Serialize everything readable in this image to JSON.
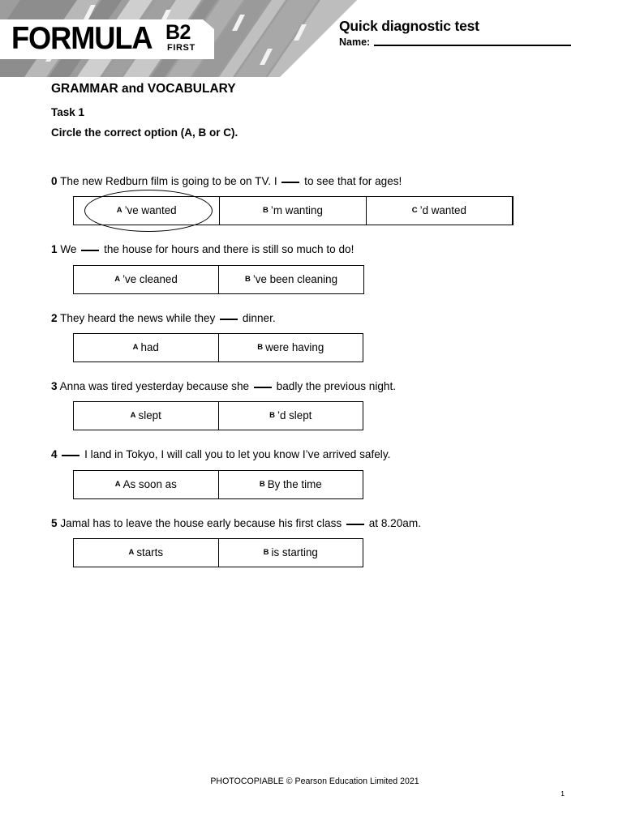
{
  "header": {
    "logo": {
      "brand": "FORMULA",
      "level": "B2",
      "level_sub": "FIRST"
    },
    "title": "Quick diagnostic test",
    "name_label": "Name:",
    "name_value": ""
  },
  "main": {
    "section_title": "GRAMMAR and VOCABULARY",
    "task_label": "Task 1",
    "task_instruction": "Circle the correct option (A, B or C)."
  },
  "questions": [
    {
      "number": "0",
      "text_before": "The new Redburn film is going to be on TV. I",
      "text_after": "to see that for ages!",
      "width_class": "wide",
      "circled": 0,
      "options": [
        {
          "letter": "A",
          "label": "’ve wanted"
        },
        {
          "letter": "B",
          "label": "’m wanting"
        },
        {
          "letter": "C",
          "label": "’d wanted"
        }
      ]
    },
    {
      "number": "1",
      "text_before": "We",
      "text_after": "the house for hours and there is still so much to do!",
      "width_class": "med",
      "circled": -1,
      "options": [
        {
          "letter": "A",
          "label": "’ve cleaned"
        },
        {
          "letter": "B",
          "label": "’ve been cleaning"
        }
      ]
    },
    {
      "number": "2",
      "text_before": "They heard the news while they",
      "text_after": "dinner.",
      "width_class": "med2",
      "circled": -1,
      "options": [
        {
          "letter": "A",
          "label": "had"
        },
        {
          "letter": "B",
          "label": "were having"
        }
      ]
    },
    {
      "number": "3",
      "text_before": "Anna was tired yesterday because she",
      "text_after": "badly the previous night.",
      "width_class": "med2",
      "circled": -1,
      "options": [
        {
          "letter": "A",
          "label": "slept"
        },
        {
          "letter": "B",
          "label": "’d slept"
        }
      ]
    },
    {
      "number": "4",
      "text_before": "",
      "text_after": "I land in Tokyo, I will call you to let you know I’ve arrived safely.",
      "width_class": "med2",
      "circled": -1,
      "options": [
        {
          "letter": "A",
          "label": "As soon as"
        },
        {
          "letter": "B",
          "label": "By the time"
        }
      ]
    },
    {
      "number": "5",
      "text_before": "Jamal has to leave the house early because his first class",
      "text_after": "at 8.20am.",
      "width_class": "med2",
      "circled": -1,
      "options": [
        {
          "letter": "A",
          "label": "starts"
        },
        {
          "letter": "B",
          "label": "is starting"
        }
      ]
    }
  ],
  "footer": {
    "copyright": "PHOTOCOPIABLE © Pearson Education Limited 2021",
    "page_number": "1"
  },
  "colors": {
    "ink": "#000000",
    "paper": "#ffffff",
    "banner_dark": "#8a8a8a",
    "banner_mid": "#9d9d9d",
    "banner_light": "#c4c4c4",
    "banner_pale": "#e2e2e2"
  }
}
